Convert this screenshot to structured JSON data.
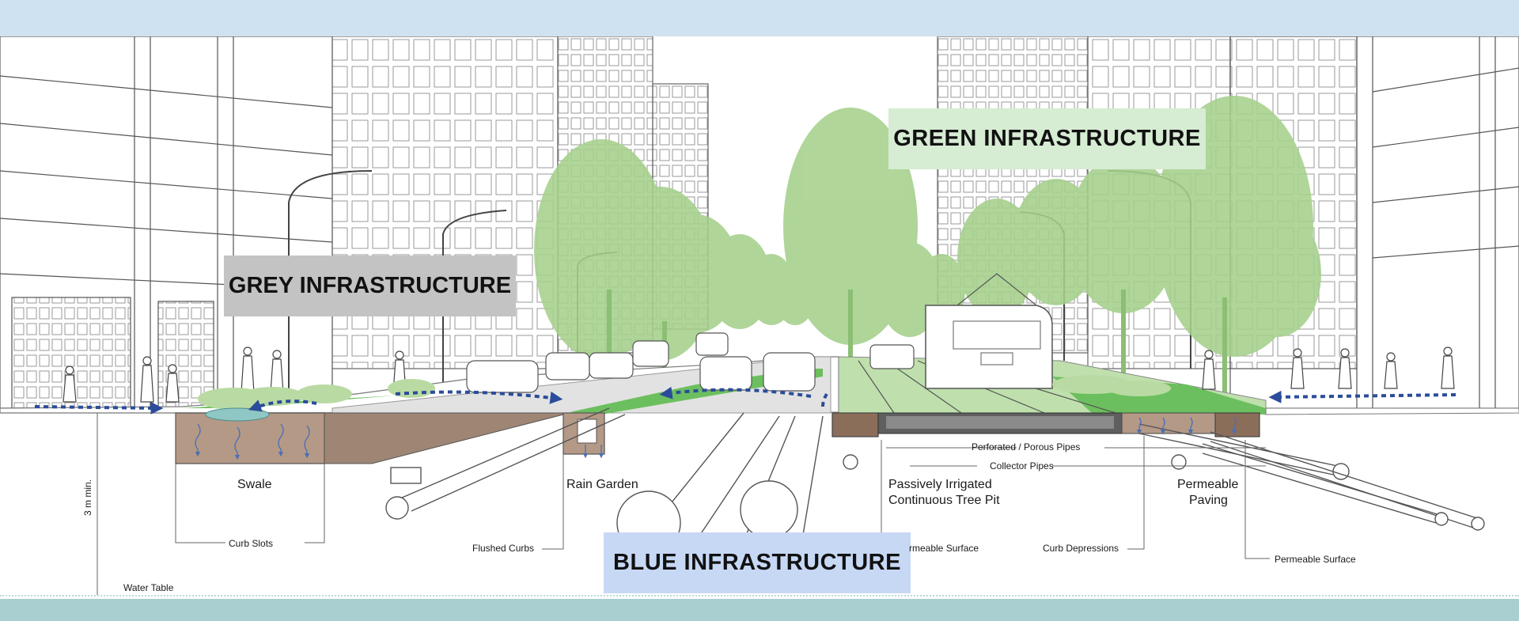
{
  "headings": {
    "grey": "GREY INFRASTRUCTURE",
    "green": "GREEN INFRASTRUCTURE",
    "blue": "BLUE INFRASTRUCTURE"
  },
  "labels": {
    "swale": "Swale",
    "rain_garden": "Rain Garden",
    "tree_pit_line1": "Passively Irrigated",
    "tree_pit_line2": "Continuous Tree Pit",
    "permeable_paving_line1": "Permeable",
    "permeable_paving_line2": "Paving",
    "perforated_pipes": "Perforated / Porous Pipes",
    "collector_pipes": "Collector Pipes",
    "curb_slots": "Curb Slots",
    "flushed_curbs": "Flushed Curbs",
    "permeable_surface_center": "rmeable Surface",
    "curb_depressions": "Curb Depressions",
    "permeable_surface_right": "Permeable Surface",
    "water_table": "Water Table",
    "depth": "3 m min."
  },
  "colors": {
    "top_band": "#cfe2f1",
    "bottom_band": "#a9cfd0",
    "grey_box": "#c3c3c3",
    "green_box": "#d6ecd3",
    "blue_box": "#c7d8f5",
    "tree_green": "#a5d08b",
    "soil_brown": "#b49987",
    "flow_arrow_blue": "#2b4c9a"
  }
}
